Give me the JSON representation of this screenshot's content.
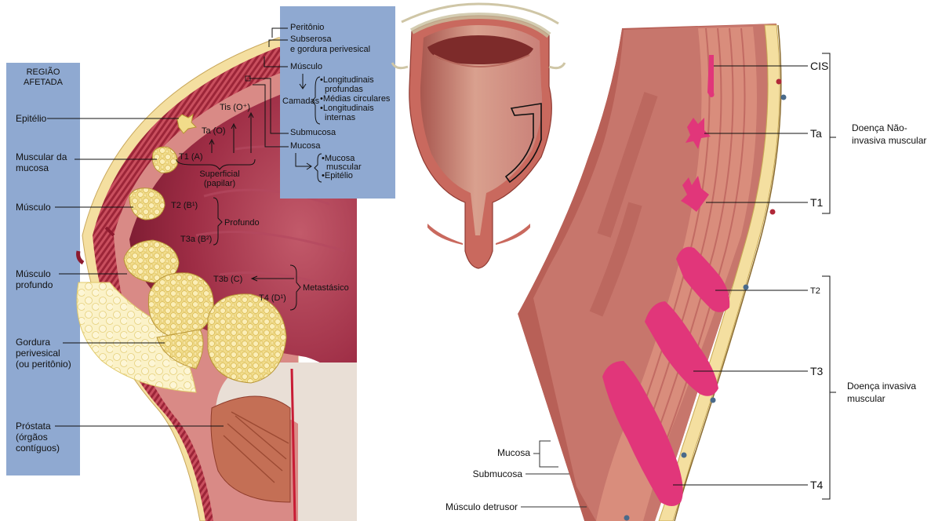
{
  "colors": {
    "panel_blue": "#8fa9d1",
    "tumor_yellow": "#f3e29a",
    "tumor_pink": "#e1367a",
    "tissue_red": "#a8233c",
    "mucosa_pink": "#d98a86",
    "serosa_yellow": "#f4dfa0"
  },
  "left_panel": {
    "region_title": [
      "REGIÃO",
      "AFETADA"
    ],
    "regions": [
      [
        "Epitélio"
      ],
      [
        "Muscular da",
        "mucosa"
      ],
      [
        "Músculo"
      ],
      [
        "Músculo",
        "profundo"
      ],
      [
        "Gordura",
        "perivesical",
        "(ou peritônio)"
      ],
      [
        "Próstata",
        "(órgãos",
        "contíguos)"
      ]
    ],
    "layers_box": {
      "peritonio": "Peritônio",
      "subserosa": [
        "Subserosa",
        "e gordura perivesical"
      ],
      "musculo": "Músculo",
      "camadas": "Camadas",
      "muscle_layers": [
        "•Longitudinais",
        "profundas",
        "•Médias circulares",
        "•Longitudinais",
        "internas"
      ],
      "submucosa": "Submucosa",
      "mucosa": "Mucosa",
      "mucosa_layers": [
        "•Mucosa",
        "muscular",
        "•Epitélio"
      ]
    },
    "stages": {
      "tis": "Tis (O⁺)",
      "ta": "Ta (O)",
      "t1": "T1 (A)",
      "superficial": [
        "Superficial",
        "(papilar)"
      ],
      "t2": "T2 (B¹)",
      "t3a": "T3a (B²)",
      "profundo": "Profundo",
      "t3b": "T3b (C)",
      "t4": "T4 (D¹)",
      "metastasico": "Metastásico"
    }
  },
  "right_panel": {
    "stages": [
      "CIS",
      "Ta",
      "T1",
      "T2",
      "T3",
      "T4"
    ],
    "non_invasive": [
      "Doença Não-",
      "invasiva muscular"
    ],
    "invasive": [
      "Doença invasiva",
      "muscular"
    ],
    "layers": [
      "Mucosa",
      "Submucosa",
      "Músculo detrusor"
    ]
  }
}
